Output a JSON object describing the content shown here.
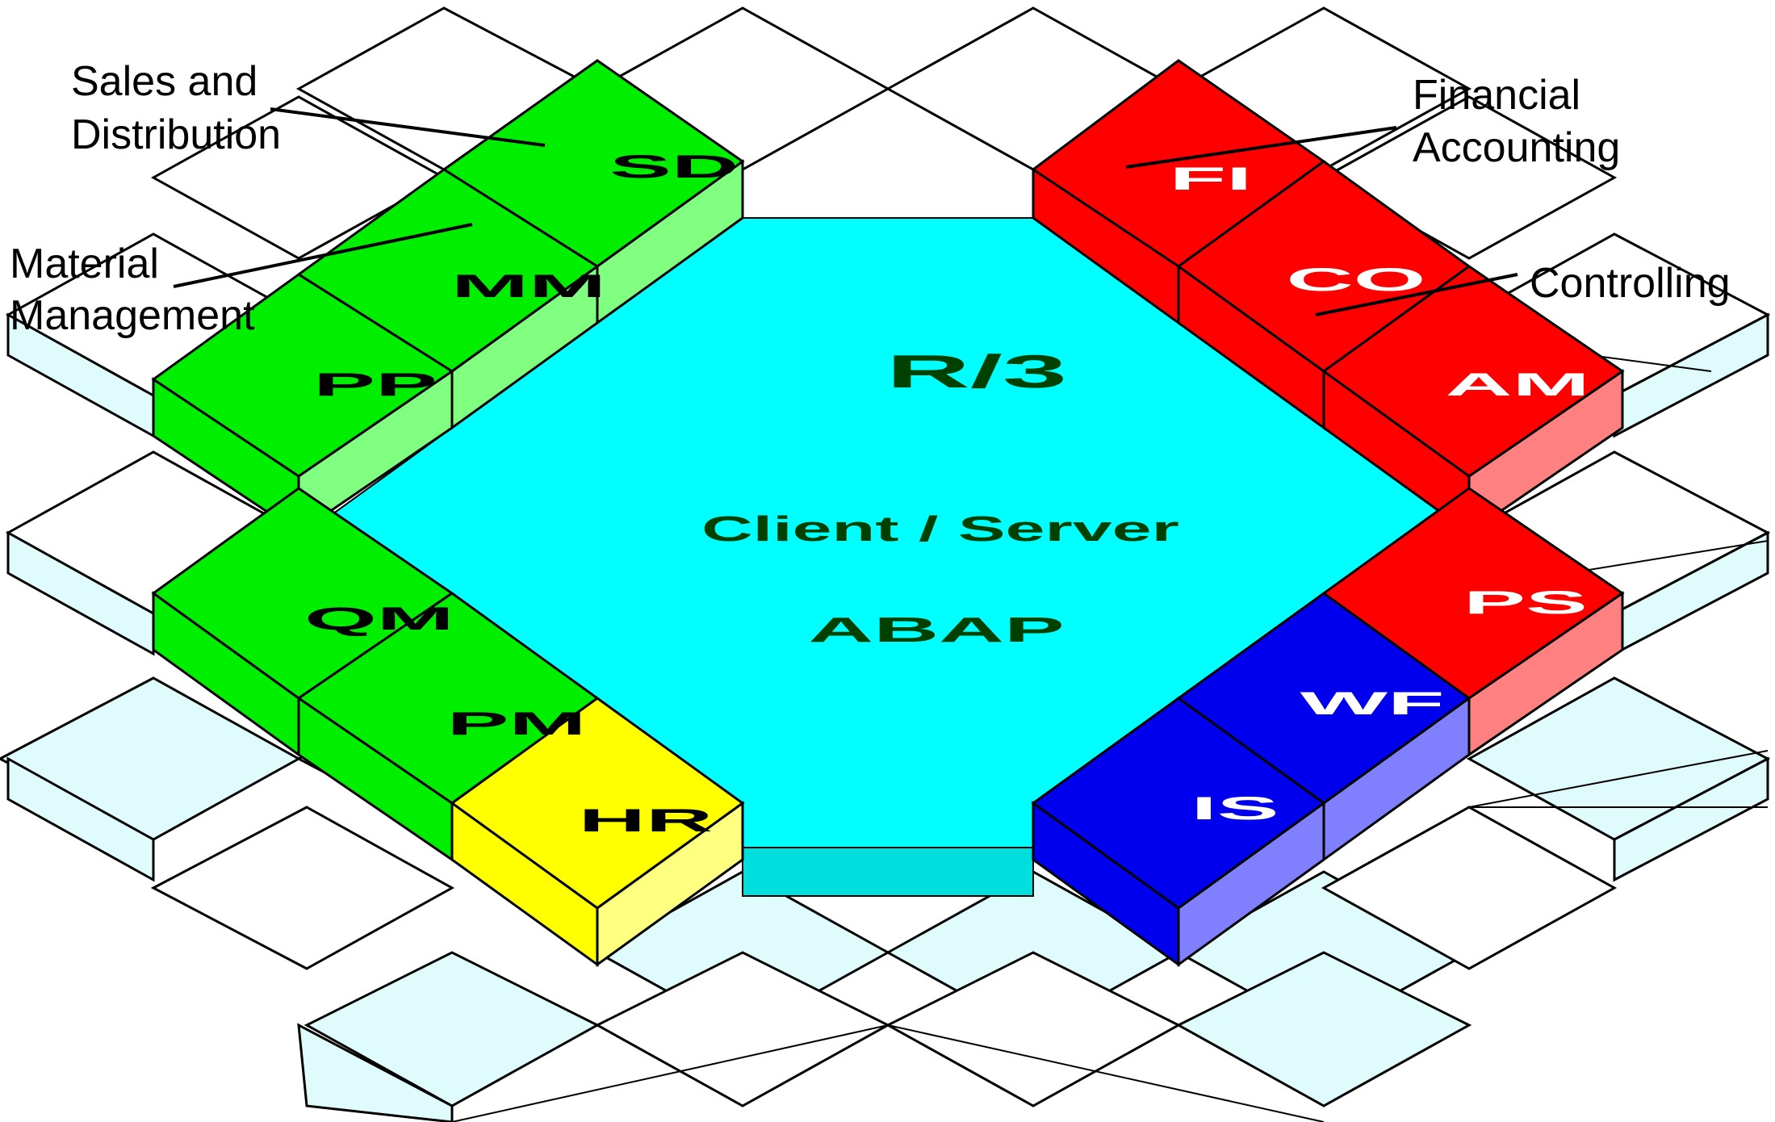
{
  "labels": {
    "sd_line1": "Sales and",
    "sd_line2": "Distribution",
    "mm_line1": "Material",
    "mm_line2": "Management",
    "fi_line1": "Financial",
    "fi_line2": "Accounting",
    "co_line1": "Controlling"
  },
  "center": {
    "line1": "R/3",
    "line2": "Client / Server",
    "line3": "ABAP"
  },
  "modules": {
    "sd": "SD",
    "mm": "MM",
    "pp": "PP",
    "qm": "QM",
    "pm": "PM",
    "hr": "HR",
    "fi": "FI",
    "co": "CO",
    "am": "AM",
    "ps": "PS",
    "wf": "WF",
    "is": "IS"
  },
  "colors": {
    "logistics": "#00ee00",
    "logistics_side": "#80ff80",
    "hr": "#ffff00",
    "hr_side": "#ffff80",
    "accounting": "#ff0000",
    "accounting_side": "#ff8080",
    "cross": "#0000ee",
    "cross_side": "#8080ff",
    "core": "#00ffff",
    "core_side": "#00dddd",
    "grid": "#e0fbfb"
  }
}
